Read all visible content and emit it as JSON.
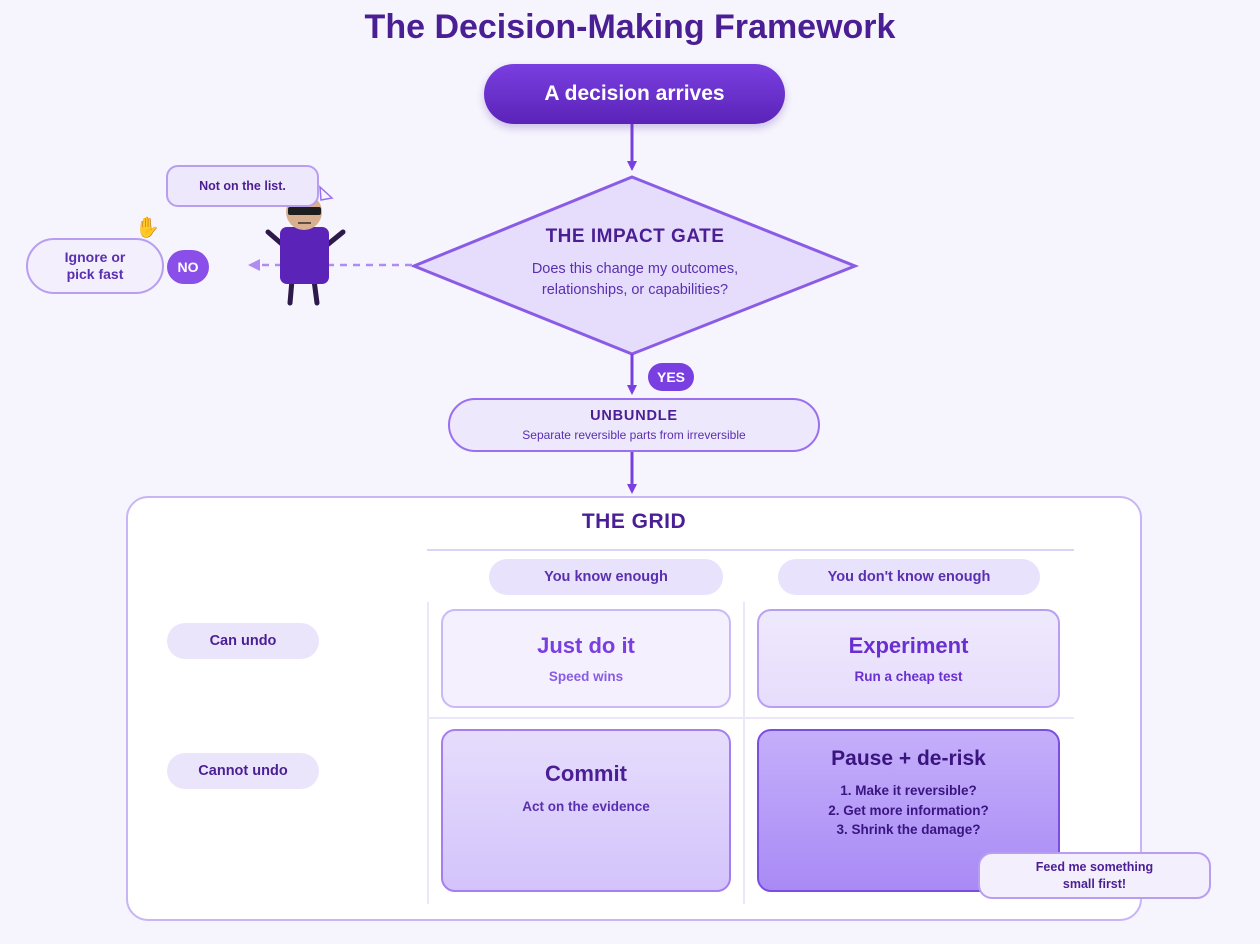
{
  "title": "The Decision-Making Framework",
  "start": {
    "label": "A decision arrives"
  },
  "gate": {
    "title": "THE IMPACT GATE",
    "question_line1": "Does this change my outcomes,",
    "question_line2": "relationships, or capabilities?"
  },
  "no_branch": {
    "badge": "NO",
    "outcome_line1": "Ignore or",
    "outcome_line2": "pick fast",
    "character_speech": "Not on the list."
  },
  "yes_branch": {
    "badge": "YES"
  },
  "unbundle": {
    "title": "UNBUNDLE",
    "subtitle": "Separate reversible parts from irreversible"
  },
  "grid": {
    "title": "THE GRID",
    "columns": [
      "You know enough",
      "You don't know enough"
    ],
    "rows": [
      "Can undo",
      "Cannot undo"
    ],
    "cells": {
      "just_do_it": {
        "title": "Just do it",
        "subtitle": "Speed wins"
      },
      "experiment": {
        "title": "Experiment",
        "subtitle": "Run a cheap test"
      },
      "commit": {
        "title": "Commit",
        "subtitle": "Act on the evidence"
      },
      "pause": {
        "title": "Pause + de-risk",
        "steps": [
          "1. Make it reversible?",
          "2. Get more information?",
          "3. Shrink the damage?"
        ]
      }
    }
  },
  "monster": {
    "speech_line1": "Feed me something",
    "speech_line2": "small first!"
  },
  "colors": {
    "primary": "#5b23b8",
    "accent": "#8a4fe8",
    "background": "#f6f4fd",
    "text": "#4b1f94"
  }
}
